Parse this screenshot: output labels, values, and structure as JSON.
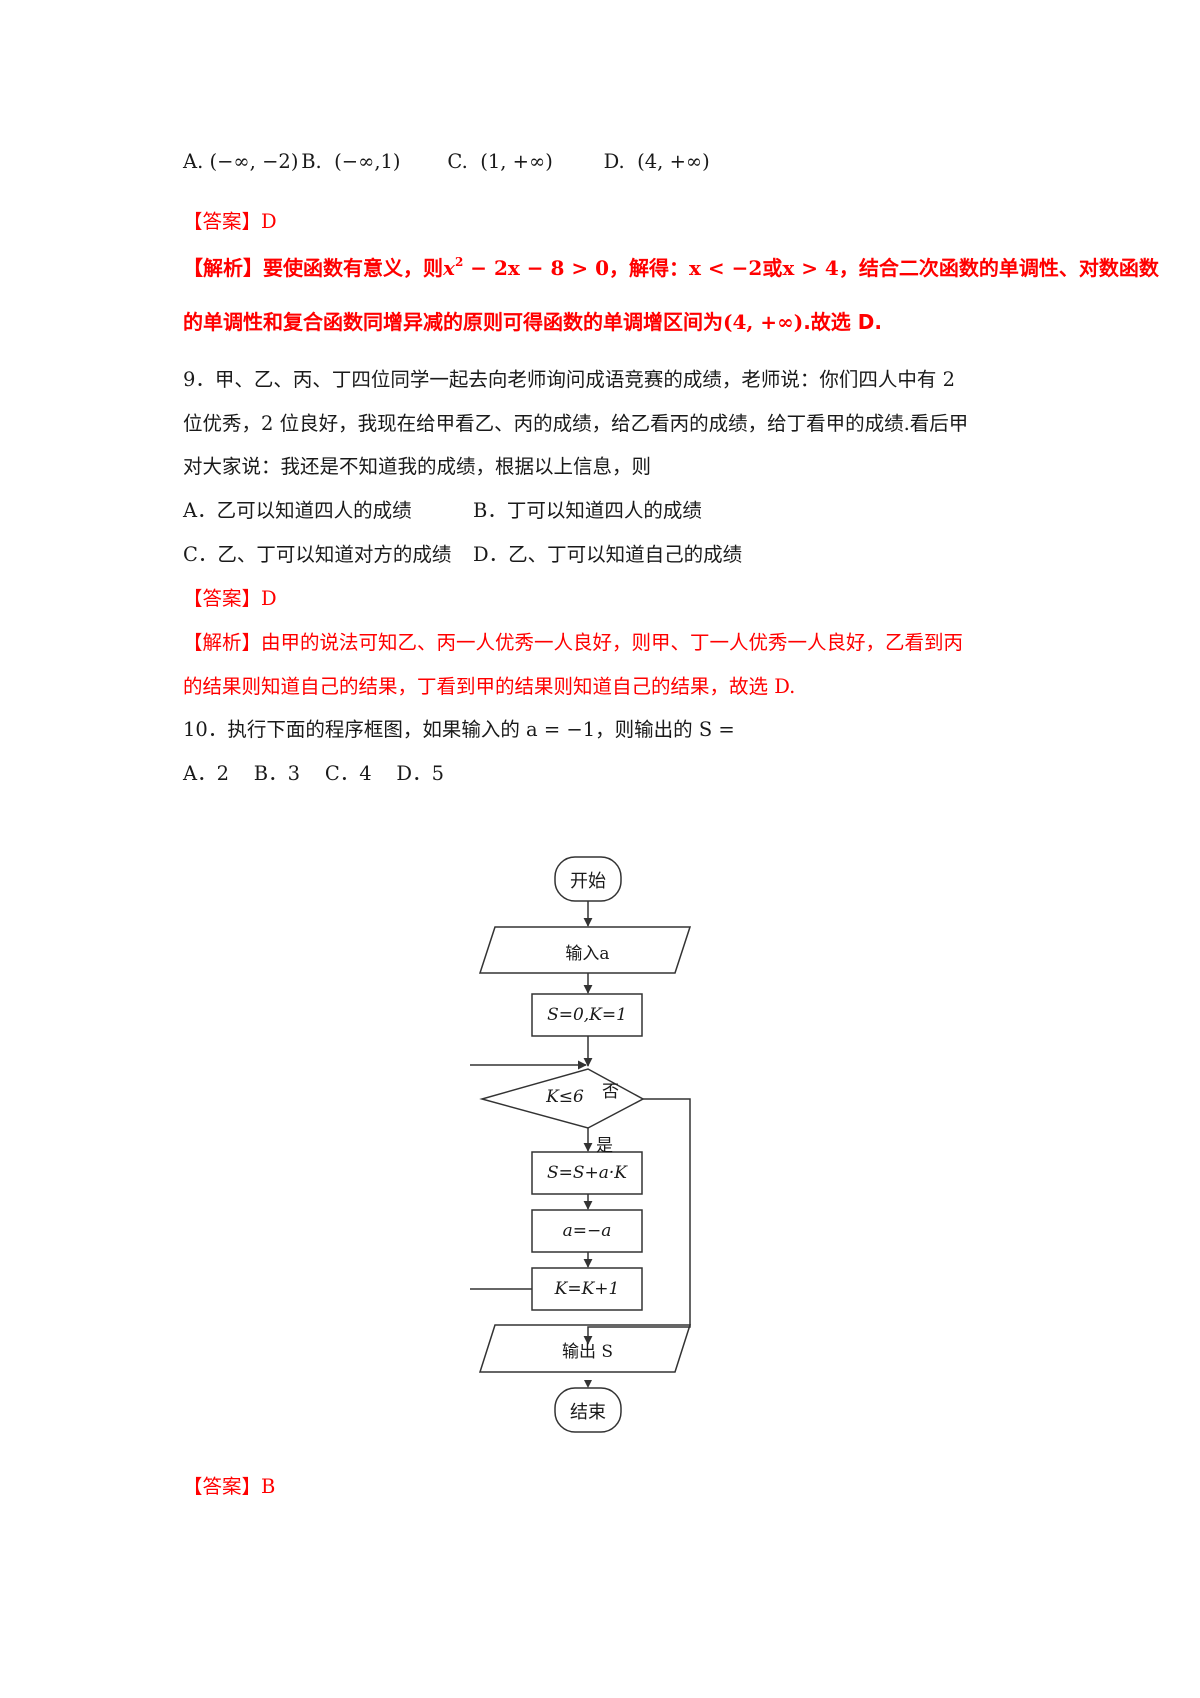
{
  "q8": {
    "options": [
      {
        "letter": "A.",
        "value": "(−∞, −2)"
      },
      {
        "letter": "B.",
        "value": "(−∞,1)"
      },
      {
        "letter": "C.",
        "value": "(1, +∞)"
      },
      {
        "letter": "D.",
        "value": "(4, +∞)"
      }
    ],
    "answer": "【答案】D",
    "analysis_line1": {
      "tag": "【解析】",
      "t1": "要使函数有意义，则",
      "m1_pre": "x",
      "m1_sup": "2",
      "m1_post": " − 2x − 8 > 0",
      "t2": "，解得：",
      "m2": "x < −2",
      "t3": "或",
      "m3": "x > 4",
      "t4": "，结合二次函数的单调性、对数函数"
    },
    "analysis_line2": {
      "t1": "的单调性和复合函数同增异减的原则可得函数的单调增区间为",
      "m1": "(4, +∞)",
      "t2": ".故选 D."
    }
  },
  "q9": {
    "stem": [
      "9．甲、乙、丙、丁四位同学一起去向老师询问成语竞赛的成绩，老师说：你们四人中有 2",
      "位优秀，2 位良好，我现在给甲看乙、丙的成绩，给乙看丙的成绩，给丁看甲的成绩.看后甲",
      "对大家说：我还是不知道我的成绩，根据以上信息，则"
    ],
    "option_a": "A．乙可以知道四人的成绩",
    "option_b": "B．丁可以知道四人的成绩",
    "option_c": "C．乙、丁可以知道对方的成绩",
    "option_d": "D．乙、丁可以知道自己的成绩",
    "answer": "【答案】D",
    "analysis": [
      "【解析】由甲的说法可知乙、丙一人优秀一人良好，则甲、丁一人优秀一人良好，乙看到丙",
      "的结果则知道自己的结果，丁看到甲的结果则知道自己的结果，故选 D."
    ]
  },
  "q10": {
    "stem": "10．执行下面的程序框图，如果输入的 a = −1，则输出的 S =",
    "options": "A．2    B．3    C．4    D．5",
    "answer": "【答案】B",
    "flowchart": {
      "start": "开始",
      "input": "输入a",
      "init": "S=0,K=1",
      "condition": "K≤6",
      "no_label": "否",
      "yes_label": "是",
      "step1": "S=S+a·K",
      "step2": "a=−a",
      "step3": "K=K+1",
      "output": "输出 S",
      "end": "结束"
    }
  }
}
